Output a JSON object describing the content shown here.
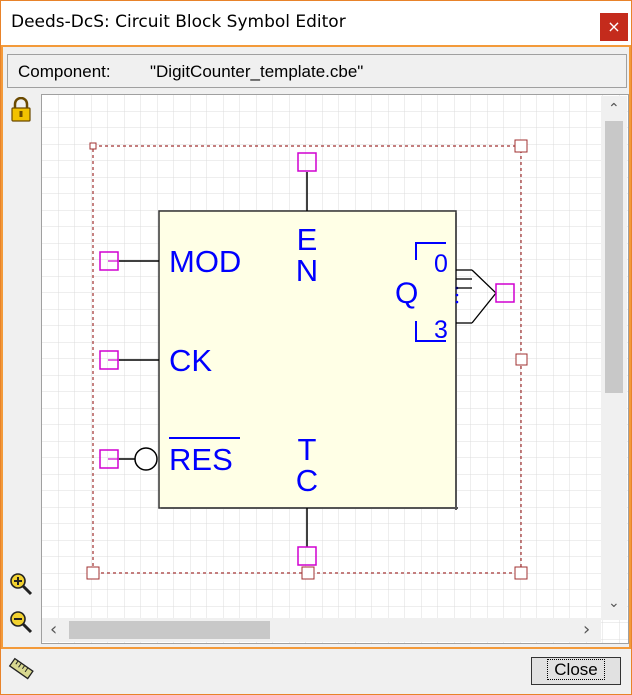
{
  "window": {
    "title": "Deeds-DcS: Circuit Block Symbol Editor",
    "close_glyph": "×"
  },
  "component": {
    "label": "Component:",
    "value": "\"DigitCounter_template.cbe\""
  },
  "symbol": {
    "inputs": [
      "MOD",
      "CK",
      "RES"
    ],
    "top_pin_letters": [
      "E",
      "N"
    ],
    "bottom_pin_letters": [
      "T",
      "C"
    ],
    "output_label": "Q",
    "output_range_high": "0",
    "output_range_low": "3",
    "block_fill": "#ffffe6",
    "pin_color": "#0000ff",
    "handle_color": "#d000d0",
    "selection_color": "#a03030"
  },
  "toolbar": {
    "lock_icon": "lock-icon",
    "zoom_in_icon": "zoom-in-icon",
    "zoom_out_icon": "zoom-out-icon",
    "ruler_icon": "ruler-icon"
  },
  "scroll": {
    "up": "⌃",
    "down": "⌄",
    "left": "‹",
    "right": "›"
  },
  "buttons": {
    "close_label": "Close"
  }
}
